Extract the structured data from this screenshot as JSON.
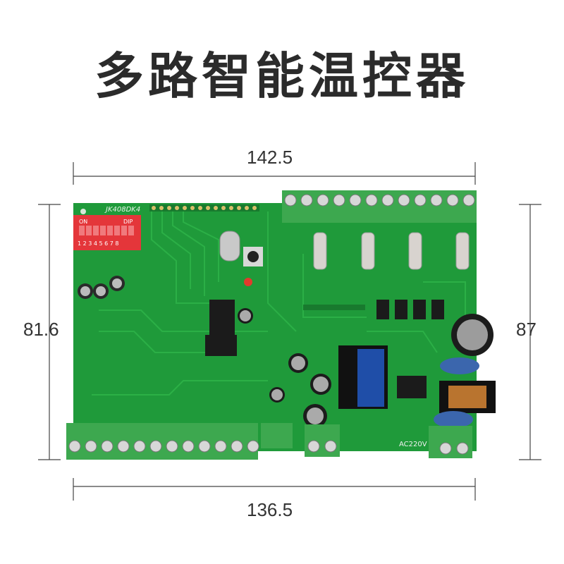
{
  "title": "多路智能温控器",
  "dimensions": {
    "top_width": "142.5",
    "bottom_width": "136.5",
    "left_height": "81.6",
    "right_height": "87"
  },
  "board": {
    "model_label": "JK408DK4",
    "dip_on_label": "ON",
    "dip_label": "DIP",
    "dip_numbers": "1 2 3 4 5 6 7 8",
    "power_label": "AC220V"
  },
  "colors": {
    "pcb_green": "#1f9a3a",
    "terminal_green": "#3da84f",
    "dip_red": "#e4363a"
  }
}
